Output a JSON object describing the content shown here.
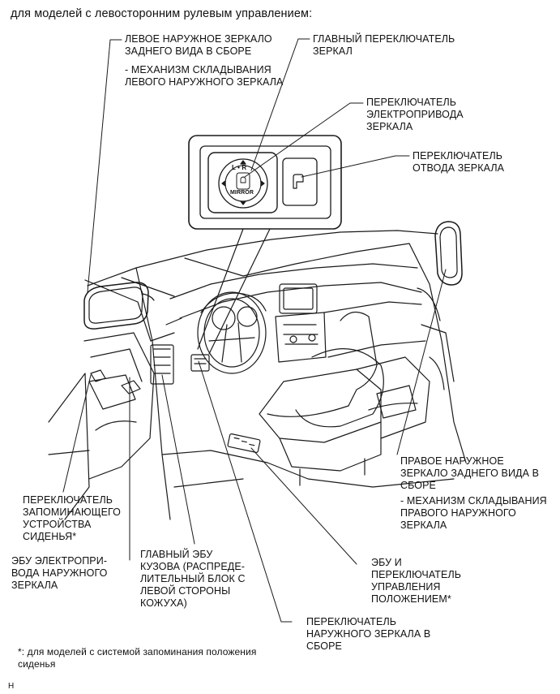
{
  "header": "для моделей с левосторонним рулевым управлением:",
  "labels": {
    "left_mirror": "ЛЕВОЕ НАРУЖНОЕ ЗЕРКАЛО\nЗАДНЕГО ВИДА В СБОРЕ",
    "left_fold": "- МЕХАНИЗМ СКЛАДЫВАНИЯ\nЛЕВОГО НАРУЖНОГО ЗЕРКАЛА",
    "main_switch": "ГЛАВНЫЙ ПЕРЕКЛЮЧАТЕЛЬ\nЗЕРКАЛ",
    "power_switch": "ПЕРЕКЛЮЧАТЕЛЬ\nЭЛЕКТРОПРИВОДА\nЗЕРКАЛА",
    "retract_switch": "ПЕРЕКЛЮЧАТЕЛЬ\nОТВОДА ЗЕРКАЛА",
    "right_mirror": "ПРАВОЕ НАРУЖНОЕ\nЗЕРКАЛО ЗАДНЕГО ВИДА В\nСБОРЕ",
    "right_fold": "- МЕХАНИЗМ СКЛАДЫВАНИЯ\nПРАВОГО НАРУЖНОГО\nЗЕРКАЛА",
    "memory_switch": "ПЕРЕКЛЮЧАТЕЛЬ\nЗАПОМИНАЮЩЕГО\nУСТРОЙСТВА\nСИДЕНЬЯ*",
    "mirror_ecu": "ЭБУ ЭЛЕКТРОПРИ-\nВОДА НАРУЖНОГО\nЗЕРКАЛА",
    "body_ecu": "ГЛАВНЫЙ ЭБУ\nКУЗОВА (РАСПРЕДЕ-\nЛИТЕЛЬНЫЙ БЛОК С\nЛЕВОЙ СТОРОНЫ\nКОЖУХА)",
    "position_ecu": "ЭБУ И\nПЕРЕКЛЮЧАТЕЛЬ\nУПРАВЛЕНИЯ\nПОЛОЖЕНИЕМ*",
    "outer_switch": "ПЕРЕКЛЮЧАТЕЛЬ\nНАРУЖНОГО ЗЕРКАЛА В\nСБОРЕ"
  },
  "switch_panel": {
    "lr_text": "L • R",
    "mirror_text": "MIRROR"
  },
  "footnote": "*: для моделей с системой запоминания положения\nсиденья",
  "figure_code": "H"
}
